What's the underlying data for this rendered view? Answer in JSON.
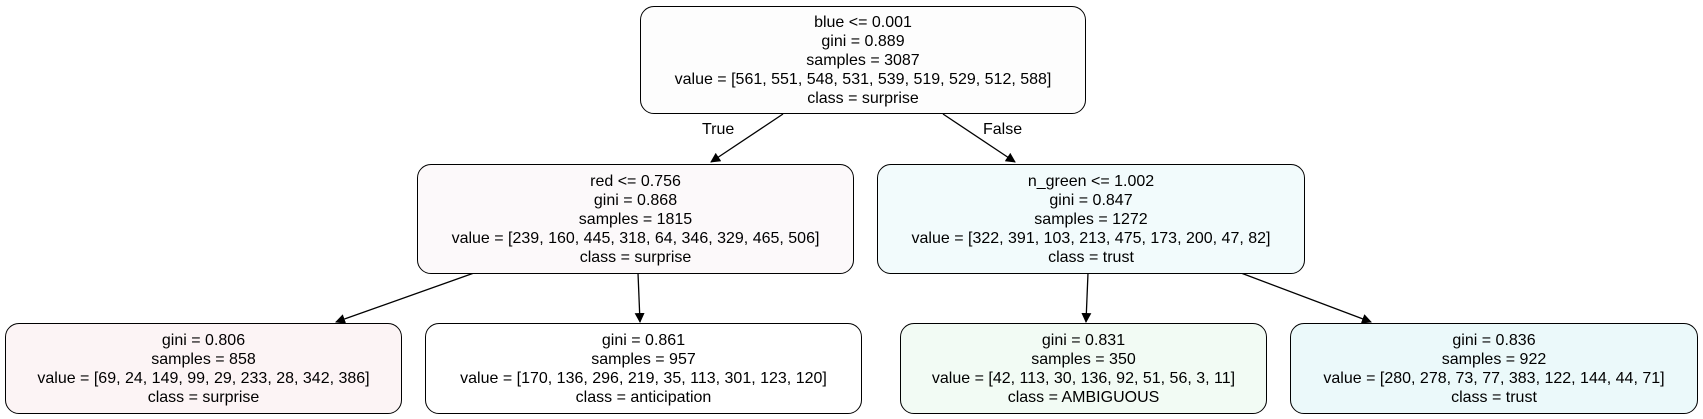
{
  "colors": {
    "background": "#ffffff",
    "stroke": "#000000",
    "surprise_tint_root": "#fdfdfd",
    "surprise_tint_left": "#fcf9fa",
    "trust_tint_right": "#f2fbfc",
    "surprise_leaf": "#fcf4f5",
    "anticipation_leaf": "#ffffff",
    "ambiguous_leaf": "#f2fbf4",
    "trust_leaf": "#ebf9fa"
  },
  "edge_labels": {
    "true": "True",
    "false": "False"
  },
  "nodes": {
    "root": {
      "condition": "blue <= 0.001",
      "gini": "gini = 0.889",
      "samples": "samples = 3087",
      "value": "value = [561, 551, 548, 531, 539, 519, 529, 512, 588]",
      "class": "class = surprise"
    },
    "left": {
      "condition": "red <= 0.756",
      "gini": "gini = 0.868",
      "samples": "samples = 1815",
      "value": "value = [239, 160, 445, 318, 64, 346, 329, 465, 506]",
      "class": "class = surprise"
    },
    "right": {
      "condition": "n_green <= 1.002",
      "gini": "gini = 0.847",
      "samples": "samples = 1272",
      "value": "value = [322, 391, 103, 213, 475, 173, 200, 47, 82]",
      "class": "class = trust"
    },
    "leaf1": {
      "gini": "gini = 0.806",
      "samples": "samples = 858",
      "value": "value = [69, 24, 149, 99, 29, 233, 28, 342, 386]",
      "class": "class = surprise"
    },
    "leaf2": {
      "gini": "gini = 0.861",
      "samples": "samples = 957",
      "value": "value = [170, 136, 296, 219, 35, 113, 301, 123, 120]",
      "class": "class = anticipation"
    },
    "leaf3": {
      "gini": "gini = 0.831",
      "samples": "samples = 350",
      "value": "value = [42, 113, 30, 136, 92, 51, 56, 3, 11]",
      "class": "class = AMBIGUOUS"
    },
    "leaf4": {
      "gini": "gini = 0.836",
      "samples": "samples = 922",
      "value": "value = [280, 278, 73, 77, 383, 122, 144, 44, 71]",
      "class": "class = trust"
    }
  }
}
